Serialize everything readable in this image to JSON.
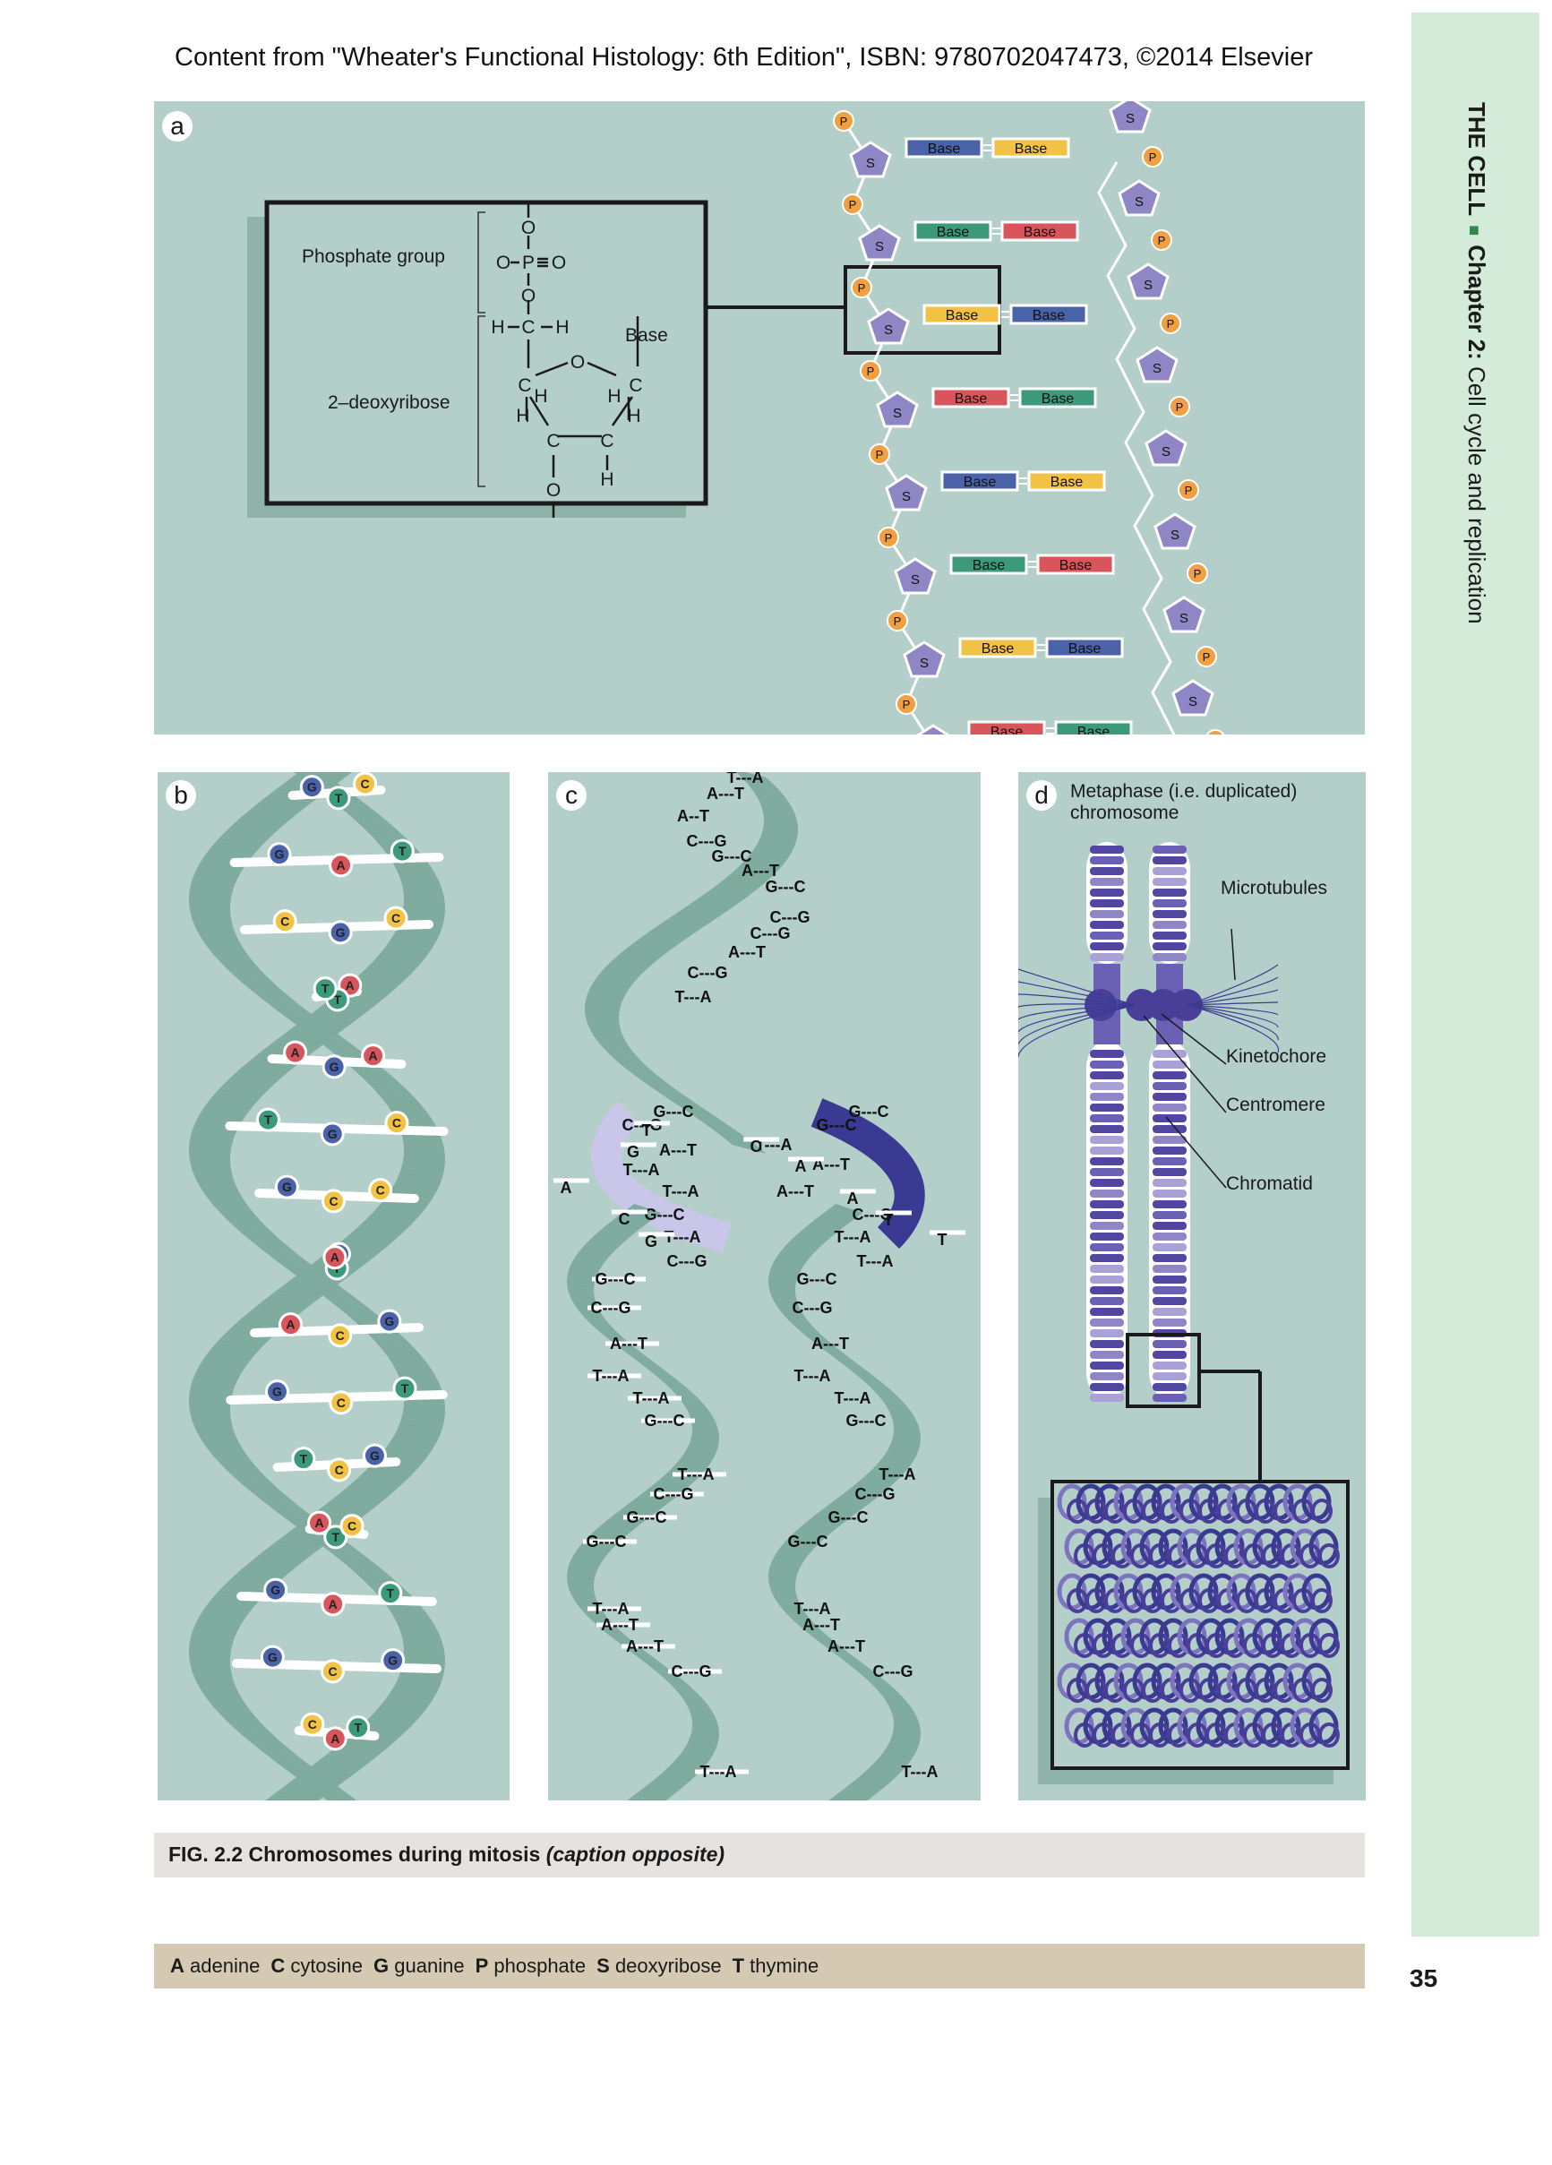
{
  "header": "Content from \"Wheater's Functional Histology: 6th Edition\", ISBN: 9780702047473, ©2014 Elsevier",
  "side_tab": {
    "section": "THE CELL",
    "chapter": "Chapter 2:",
    "chapter_title": "Cell cycle and replication"
  },
  "page_number": "35",
  "panels": {
    "a": {
      "label": "a",
      "phosphate_group": "Phosphate group",
      "deoxyribose": "2–deoxyribose",
      "base": "Base",
      "chem": {
        "o": "O",
        "p": "P",
        "h": "H",
        "c": "C",
        "p_label": "P",
        "s_label": "S",
        "base_label": "Base"
      }
    },
    "b": {
      "label": "b"
    },
    "c": {
      "label": "c"
    },
    "d": {
      "label": "d",
      "title_line1": "Metaphase (i.e. duplicated)",
      "title_line2": "chromosome",
      "microtubules": "Microtubules",
      "kinetochore": "Kinetochore",
      "centromere": "Centromere",
      "chromatid": "Chromatid"
    }
  },
  "caption": {
    "prefix": "FIG. 2.2 Chromosomes during mitosis ",
    "italic": "(caption opposite)"
  },
  "legend": [
    {
      "abbr": "A",
      "name": "adenine"
    },
    {
      "abbr": "C",
      "name": "cytosine"
    },
    {
      "abbr": "G",
      "name": "guanine"
    },
    {
      "abbr": "P",
      "name": "phosphate"
    },
    {
      "abbr": "S",
      "name": "deoxyribose"
    },
    {
      "abbr": "T",
      "name": "thymine"
    }
  ],
  "colors": {
    "panel_bg": "#b4cfc9",
    "side_tab": "#d4ebd9",
    "caption_bar": "#e6e2df",
    "legend_bar": "#d5c9b4",
    "phosphate": "#f0a040",
    "sugar": "#8f86c6",
    "base_blue": "#4a62a8",
    "base_yellow": "#f2c245",
    "base_green": "#3c9a7a",
    "base_red": "#d8555c",
    "backbone_dark": "#3b3a93",
    "backbone_light": "#c9c6ea",
    "strand_red": "#d86a70",
    "strand_yellow": "#f0b848"
  },
  "dna_pairs_c": [
    "T---A",
    "A---T",
    "A--T",
    "C---G",
    "G---C",
    "A---T",
    "G---C",
    "C---G",
    "C---G",
    "A---T",
    "C---G",
    "T---A",
    "G---C",
    "C---G",
    "A---T",
    "T---A",
    "T---A",
    "G---C",
    "T---A",
    "C---G",
    "G---C",
    "G---C",
    "T---A",
    "A---T",
    "A---T",
    "C---G",
    "T---A",
    "T---A"
  ],
  "single_bases_c": [
    "T",
    "G",
    "A",
    "C",
    "G",
    "C",
    "A",
    "A",
    "T",
    "T"
  ],
  "bases_b": [
    "C",
    "T",
    "G",
    "T",
    "A",
    "G",
    "C",
    "G",
    "C",
    "A",
    "T",
    "T",
    "A",
    "G",
    "A",
    "T",
    "G",
    "C",
    "G",
    "C",
    "C",
    "G",
    "T",
    "A",
    "G",
    "C",
    "A",
    "T",
    "C",
    "G",
    "G",
    "C",
    "T",
    "A",
    "T",
    "C",
    "G",
    "A",
    "T",
    "G",
    "C",
    "G",
    "C",
    "A",
    "T"
  ]
}
